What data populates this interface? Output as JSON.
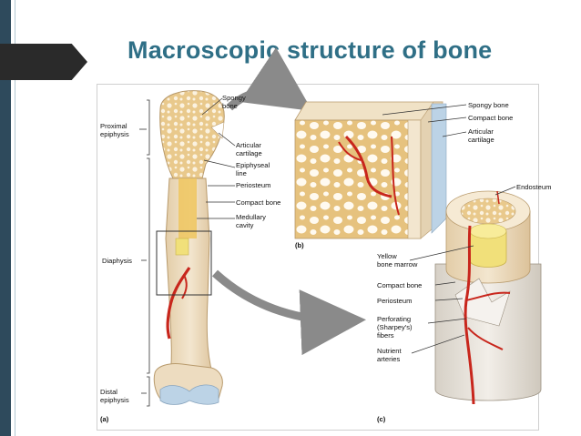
{
  "title": "Macroscopic structure of bone",
  "panel_a": {
    "letter": "(a)",
    "labels": {
      "spongy_bone_1": "Spongy",
      "spongy_bone_2": "bone",
      "proximal_1": "Proximal",
      "proximal_2": "epiphysis",
      "articular_1": "Articular",
      "articular_2": "cartilage",
      "epiphyseal_1": "Epiphyseal",
      "epiphyseal_2": "line",
      "periosteum": "Periosteum",
      "compact_bone": "Compact bone",
      "medullary_1": "Medullary",
      "medullary_2": "cavity",
      "diaphysis": "Diaphysis",
      "distal_1": "Distal",
      "distal_2": "epiphysis"
    }
  },
  "panel_b": {
    "letter": "(b)",
    "labels": {
      "spongy_bone": "Spongy bone",
      "compact_bone": "Compact bone",
      "articular_1": "Articular",
      "articular_2": "cartilage"
    }
  },
  "panel_c": {
    "letter": "(c)",
    "labels": {
      "endosteum": "Endosteum",
      "yellow_1": "Yellow",
      "yellow_2": "bone marrow",
      "compact_bone": "Compact bone",
      "periosteum": "Periosteum",
      "perforating_1": "Perforating",
      "perforating_2": "(Sharpey's)",
      "perforating_3": "fibers",
      "nutrient_1": "Nutrient",
      "nutrient_2": "arteries"
    }
  },
  "colors": {
    "title": "#2f6f86",
    "bone": "#eddcc0",
    "spongy": "#e9c98c",
    "artery": "#c8261c",
    "cartilage": "#bcd3e6",
    "marrow": "#f1e07a"
  }
}
